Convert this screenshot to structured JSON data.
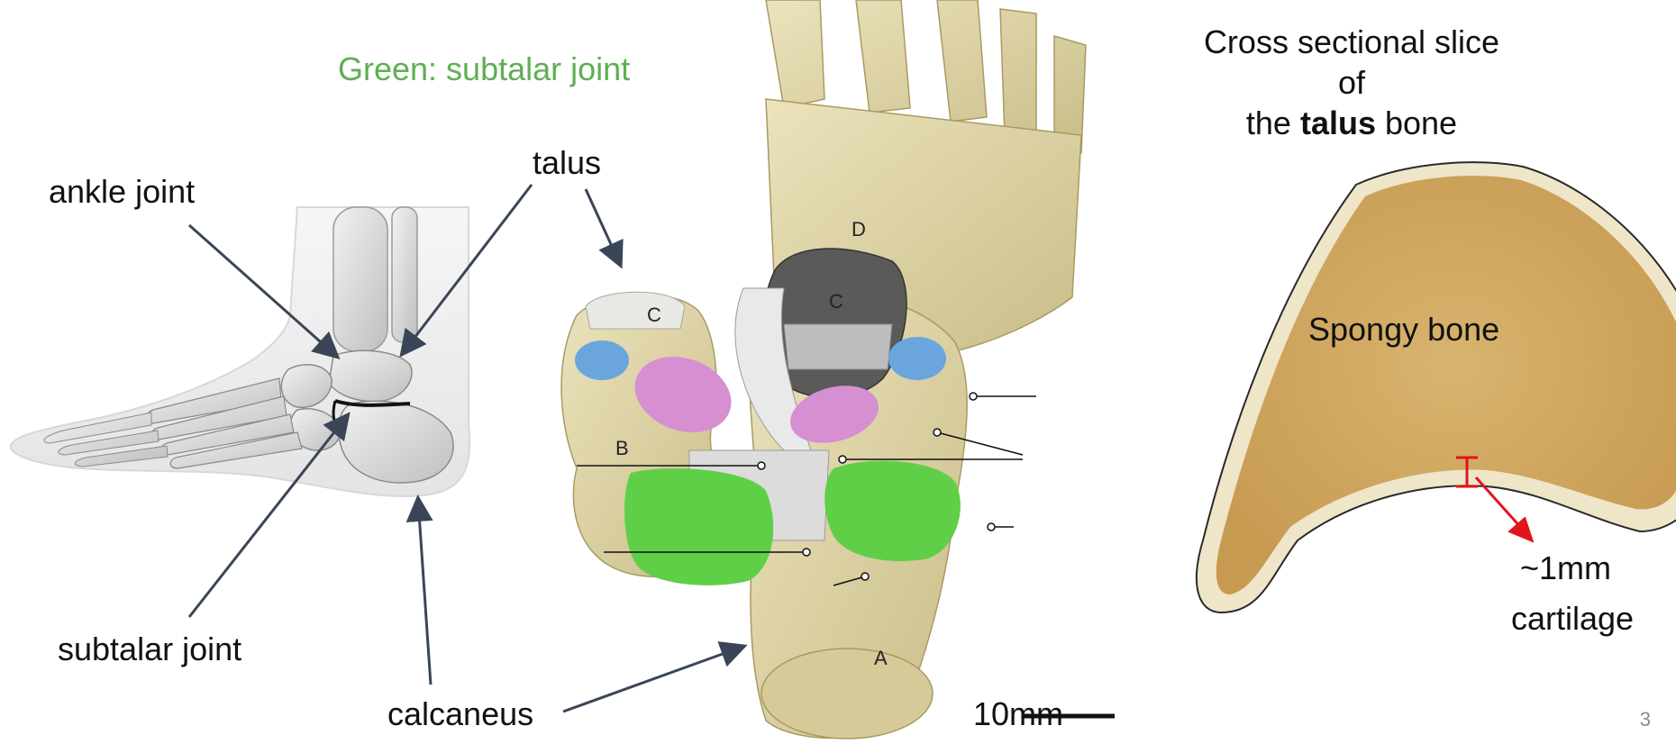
{
  "labels": {
    "ankle_joint": "ankle joint",
    "talus": "talus",
    "subtalar_joint": "subtalar joint",
    "calcaneus": "calcaneus",
    "green_legend": "Green: subtalar joint",
    "scale_bar": "10mm",
    "spongy_bone": "Spongy bone",
    "cartilage_line1": "~1mm",
    "cartilage_line2": "cartilage"
  },
  "title": {
    "line1": "Cross sectional slice of",
    "line2_pre": "the ",
    "line2_bold": "talus",
    "line2_post": " bone"
  },
  "bone_letters": {
    "a": "A",
    "b": "B",
    "c_left": "C",
    "c_mid": "C",
    "d": "D"
  },
  "page_number": "3",
  "colors": {
    "subtalar_green": "#5fae54",
    "arrow": "#3a4657",
    "cartilage_marker": "#e0141b",
    "bone_tan": "#d9cfa0",
    "spongy": "#d6a85e"
  }
}
